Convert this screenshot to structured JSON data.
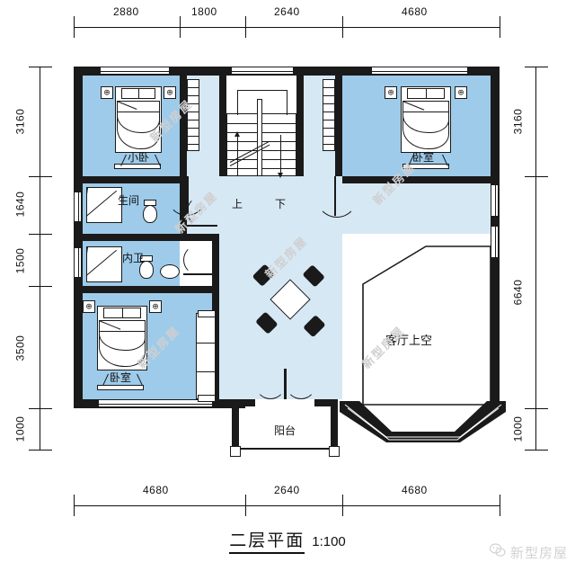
{
  "drawing": {
    "title": "二层平面",
    "scale": "1:100",
    "brand": "新型房屋",
    "brand_icon": "wechat-icon",
    "watermark_text": "新型房屋"
  },
  "dimensions": {
    "top": [
      "2880",
      "1800",
      "2640",
      "4680"
    ],
    "bottom": [
      "4680",
      "2640",
      "4680"
    ],
    "left": [
      "3160",
      "1640",
      "1500",
      "3500",
      "1000"
    ],
    "right": [
      "3160",
      "6640",
      "1000"
    ]
  },
  "rooms": [
    {
      "id": "bedroom-small",
      "label": "小卧",
      "type": "bedroom"
    },
    {
      "id": "bathroom-main",
      "label": "生间",
      "type": "bathroom"
    },
    {
      "id": "bathroom-inner",
      "label": "内卫",
      "type": "bathroom"
    },
    {
      "id": "bedroom-left",
      "label": "卧室",
      "type": "bedroom"
    },
    {
      "id": "bedroom-right",
      "label": "卧室",
      "type": "bedroom"
    },
    {
      "id": "living-void",
      "label": "客厅上空",
      "type": "void"
    },
    {
      "id": "balcony",
      "label": "阳台",
      "type": "balcony"
    }
  ],
  "stair": {
    "up_label": "上",
    "down_label": "下"
  },
  "colors": {
    "room_fill": "#9ecbea",
    "hall_fill": "#d7e8f5",
    "wall": "#1a1a1a",
    "paper": "#ffffff",
    "watermark": "#cfcfcf"
  }
}
